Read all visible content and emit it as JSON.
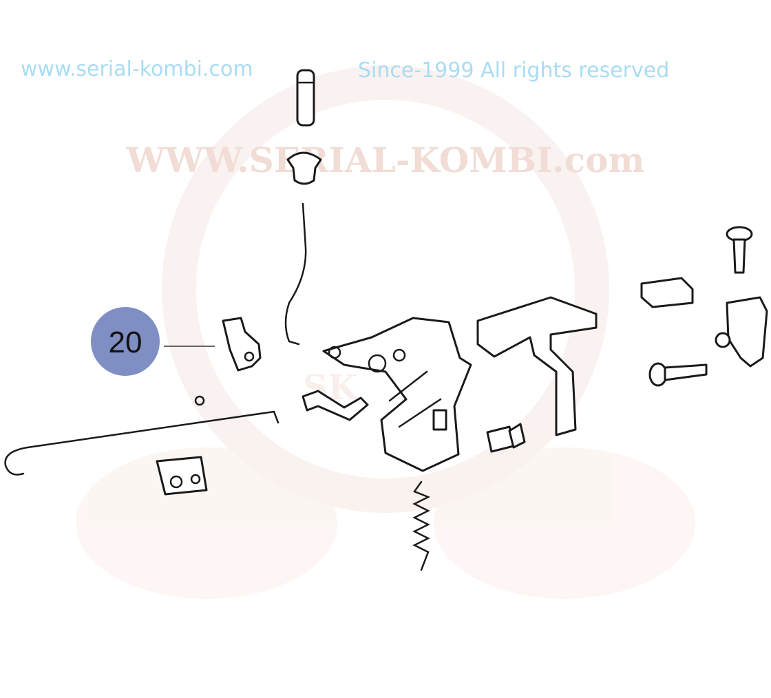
{
  "callout": {
    "label": "20",
    "color": "#7f8fc4"
  },
  "watermark": {
    "arc_top_right": "Since-1999 All rights reserved",
    "arc_left": "www.serial-kombi.com",
    "arc_inner": "WWW.SERIAL-KOMBI.com",
    "logo": "SK",
    "blue": "#a9dcf3",
    "red": "#f1dcd6"
  }
}
